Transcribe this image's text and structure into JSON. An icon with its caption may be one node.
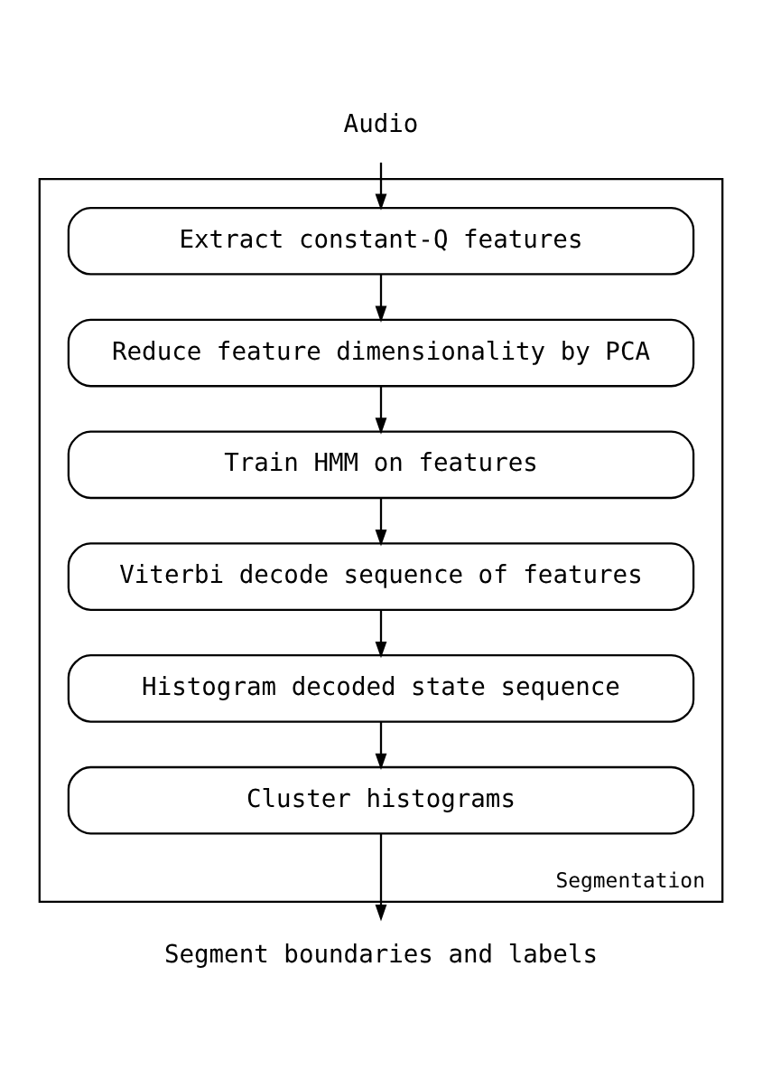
{
  "diagram": {
    "nodes": [
      {
        "text": [
          "Audio"
        ]
      },
      {
        "text": [
          "Segmentation"
        ]
      },
      {
        "text": [
          "Extract constant-Q features"
        ],
        "in": 1
      },
      {
        "text": [
          "Reduce feature dimensionality by PCA"
        ],
        "in": 1
      },
      {
        "text": [
          "Train HMM on features"
        ],
        "in": 1
      },
      {
        "text": [
          "Viterbi decode sequence of features"
        ],
        "in": 1
      },
      {
        "text": [
          "Histogram decoded state sequence"
        ],
        "in": 1
      },
      {
        "text": [
          "Cluster histograms"
        ],
        "in": 1
      },
      {
        "text": [
          "Segment boundaries and labels"
        ]
      }
    ],
    "edges": [
      {
        "from": 0,
        "to": 2,
        "arrow": "to"
      },
      {
        "from": 2,
        "to": 3,
        "arrow": "to"
      },
      {
        "from": 3,
        "to": 4,
        "arrow": "to"
      },
      {
        "from": 4,
        "to": 5,
        "arrow": "to"
      },
      {
        "from": 5,
        "to": 6,
        "arrow": "to"
      },
      {
        "from": 6,
        "to": 7,
        "arrow": "to"
      },
      {
        "from": 7,
        "to": 8,
        "arrow": "to"
      }
    ]
  }
}
